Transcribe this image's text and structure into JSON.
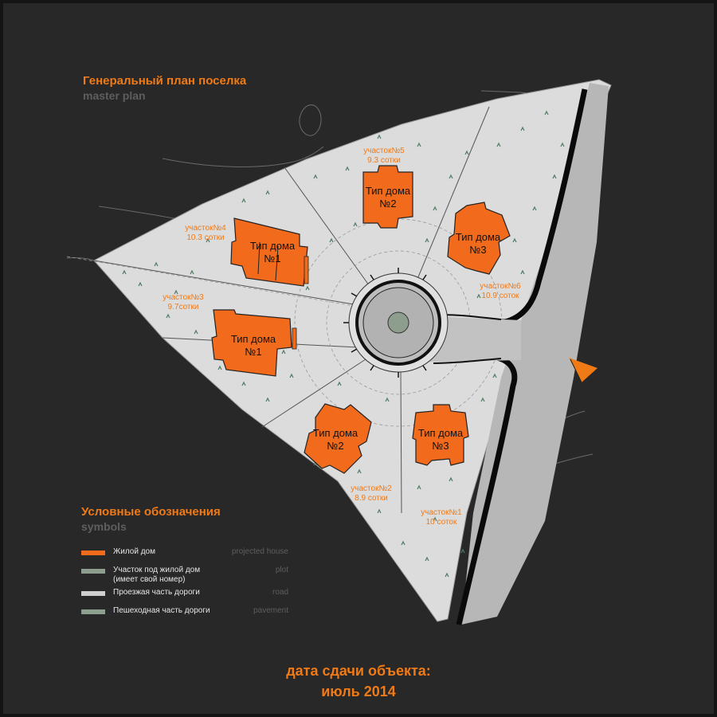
{
  "header": {
    "title_ru": "Генеральный план  поселка",
    "title_en": "master plan"
  },
  "colors": {
    "accent": "#f07a16",
    "house": "#f26b1c",
    "plot": "#dcdcdc",
    "road": "#bdbdbd",
    "pavement": "#8e9e8e",
    "background": "#282828"
  },
  "plots": [
    {
      "name": "участок№1",
      "area": "10 соток"
    },
    {
      "name": "участок№2",
      "area": "8.9 сотки"
    },
    {
      "name": "участок№3",
      "area": "9.7сотки"
    },
    {
      "name": "участок№4",
      "area": "10.3 сотки"
    },
    {
      "name": "участок№5",
      "area": "9.3  сотки"
    },
    {
      "name": "участок№6",
      "area": "10.9 соток"
    }
  ],
  "houses": [
    {
      "line1": "Тип дома",
      "line2": "№1"
    },
    {
      "line1": "Тип дома",
      "line2": "№1"
    },
    {
      "line1": "Тип дома",
      "line2": "№2"
    },
    {
      "line1": "Тип дома",
      "line2": "№2"
    },
    {
      "line1": "Тип дома",
      "line2": "№3"
    },
    {
      "line1": "Тип дома",
      "line2": "№3"
    }
  ],
  "legend": {
    "title_ru": "Условные обозначения",
    "title_en": "symbols",
    "items": [
      {
        "ru": "Жилой дом",
        "ru2": "",
        "en": "projected house",
        "color": "#f26b1c"
      },
      {
        "ru": "Участок под жилой дом",
        "ru2": "(имеет свой номер)",
        "en": "plot",
        "color": "#8e9e8e"
      },
      {
        "ru": "Проезжая часть дороги",
        "ru2": "",
        "en": "road",
        "color": "#cfcfcf"
      },
      {
        "ru": "Пешеходная часть дороги",
        "ru2": "",
        "en": "pavement",
        "color": "#8e9e8e"
      }
    ]
  },
  "footer": {
    "date_label": "дата сдачи объекта:",
    "date_value": "июль 2014"
  }
}
